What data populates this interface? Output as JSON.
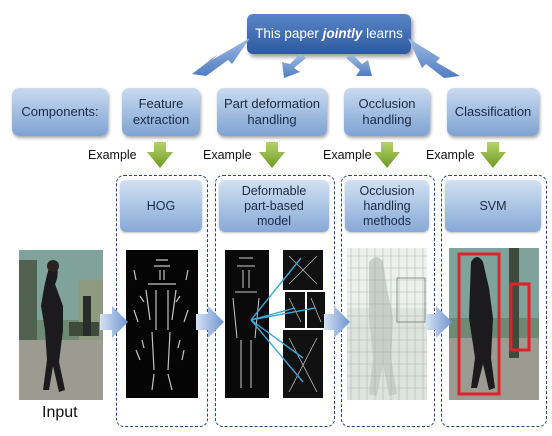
{
  "top_box": {
    "prefix": "This paper ",
    "emphasis": "jointly",
    "suffix": " learns"
  },
  "components_label": "Components:",
  "stages": [
    {
      "label": "Feature extraction",
      "example": "Example",
      "method": "HOG"
    },
    {
      "label": "Part deformation handling",
      "example": "Example",
      "method": "Deformable part-based model"
    },
    {
      "label": "Occlusion handling",
      "example": "Example",
      "method": "Occlusion handling methods"
    },
    {
      "label": "Classification",
      "example": "Example",
      "method": "SVM"
    }
  ],
  "input_label": "Input",
  "colors": {
    "top_box": "#3a67ad",
    "component_box": "#9db8de",
    "flow_arrow": "#7d9fd0",
    "example_arrow": "#8cb33a",
    "detection_box": "#e0202a"
  }
}
